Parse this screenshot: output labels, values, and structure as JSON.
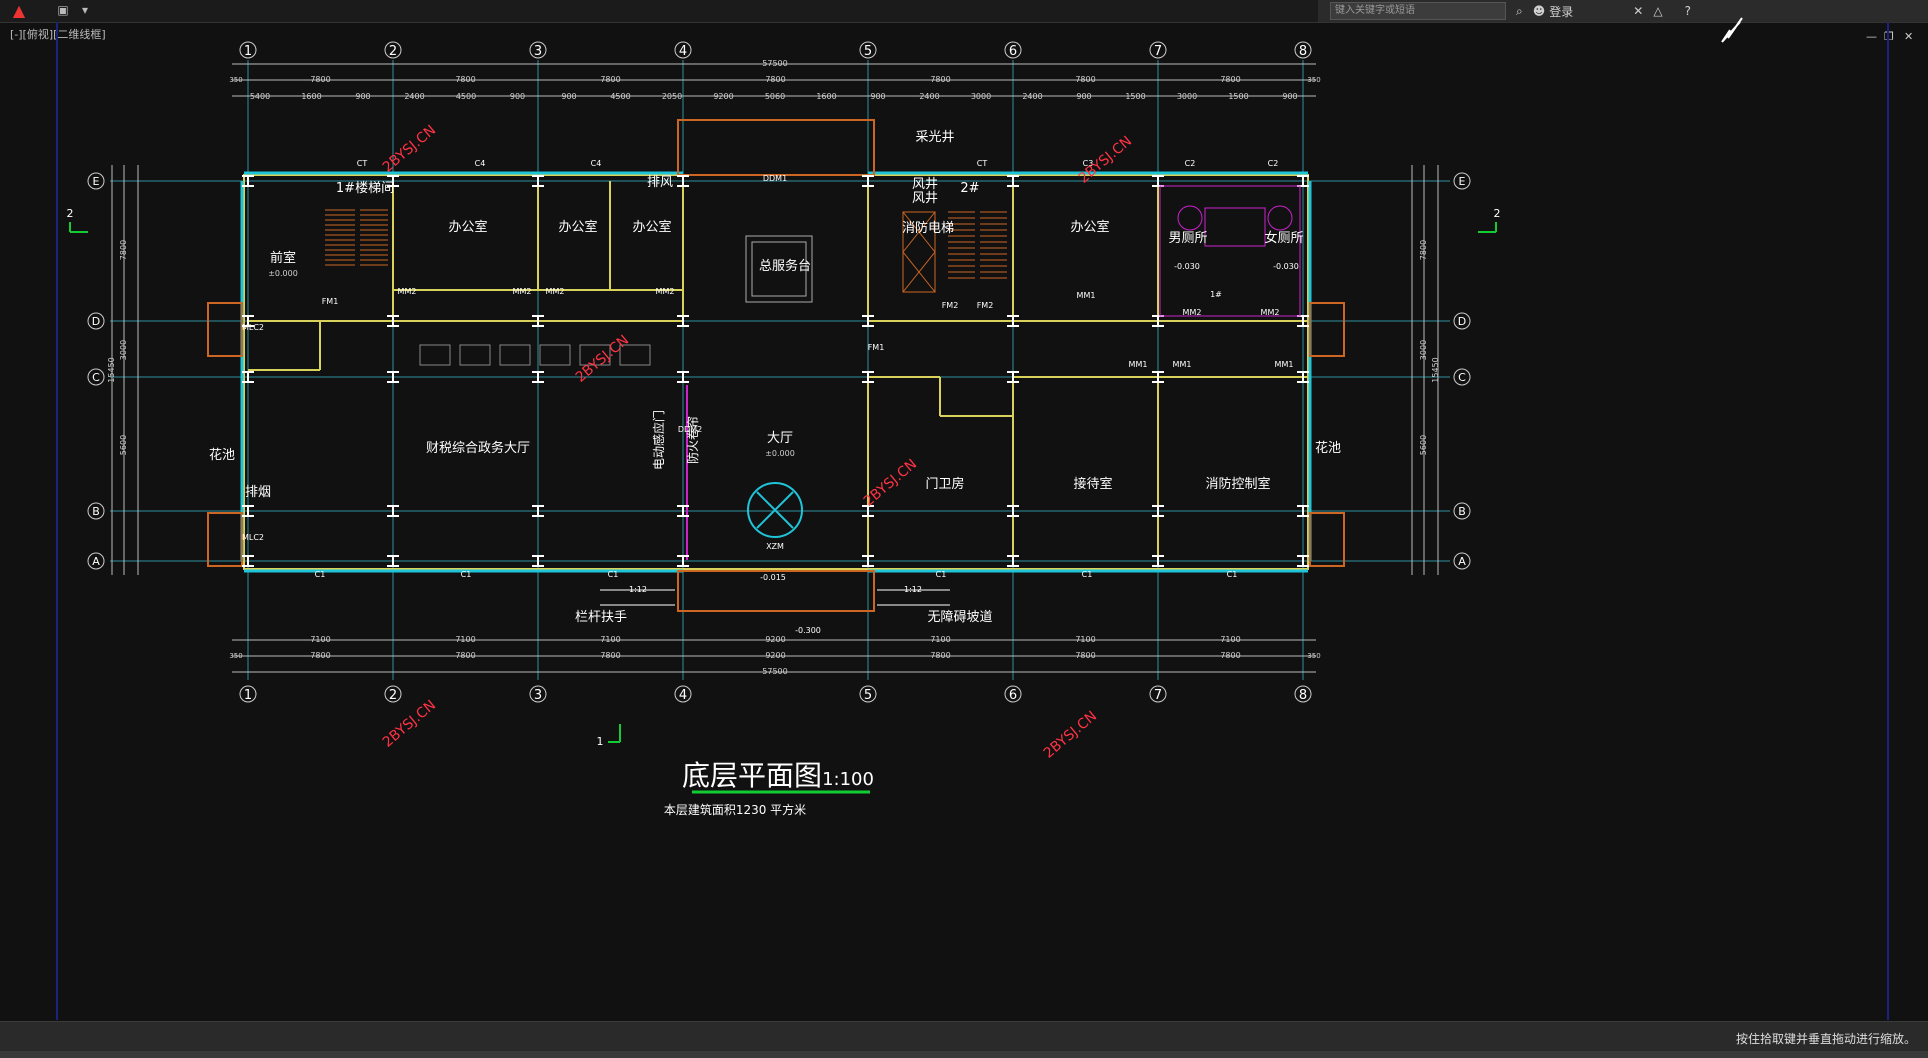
{
  "app": {
    "view_label": "[-][俯视][二维线框]",
    "search_placeholder": "键入关键字或短语",
    "login_label": "登录",
    "status_text": "按住拾取键并垂直拖动进行缩放。"
  },
  "icons": [
    "app-menu-icon",
    "save-icon",
    "dropdown-icon",
    "binoculars-icon",
    "user-icon",
    "exchange-icon",
    "triangle-icon",
    "help-icon",
    "minimize-icon",
    "restore-icon",
    "close-icon",
    "north-arrow-icon"
  ],
  "colors": {
    "grid": "#37b6c8",
    "wall": "#d8d25a",
    "text": "#ffffff",
    "dim": "#cfcfcf",
    "watermark": "#ff3344",
    "accent_green": "#11cc33",
    "orange": "#cc6622",
    "magenta": "#dd22dd"
  },
  "plan": {
    "title": "底层平面图",
    "scale": "1:100",
    "area_note": "本层建筑面积1230 平方米",
    "axes_v": [
      "1",
      "2",
      "3",
      "4",
      "5",
      "6",
      "7",
      "8"
    ],
    "axes_h": [
      "E",
      "D",
      "C",
      "B",
      "A"
    ],
    "dims": {
      "top_total": "57500",
      "bottom_total": "57500",
      "top_bays": [
        "7800",
        "7800",
        "7800",
        "7800",
        "7800",
        "7800",
        "7800"
      ],
      "top_detail": [
        "5400",
        "1600",
        "900",
        "2400",
        "4500",
        "900",
        "900",
        "4500",
        "2050",
        "9200",
        "5060",
        "1600",
        "900",
        "2400",
        "3000",
        "2400",
        "900",
        "1500",
        "3000",
        "1500",
        "900"
      ],
      "bottom_row1": [
        "7100",
        "7100",
        "7100",
        "9200",
        "7100",
        "7100",
        "7100"
      ],
      "bottom_row2": [
        "7800",
        "7800",
        "7800",
        "9200",
        "7800",
        "7800",
        "7800"
      ],
      "side_total": "15450",
      "side_left": [
        "7800",
        "3000",
        "5600"
      ],
      "side_right": [
        "7800",
        "3000",
        "5600"
      ],
      "edge_350": "350"
    },
    "rooms": [
      {
        "name": "前室",
        "sub": "±0.000"
      },
      {
        "name": "1#楼梯间"
      },
      {
        "name": "办公室"
      },
      {
        "name": "办公室"
      },
      {
        "name": "办公室"
      },
      {
        "name": "排风"
      },
      {
        "name": "总服务台"
      },
      {
        "name": "风井"
      },
      {
        "name": "风井"
      },
      {
        "name": "2#"
      },
      {
        "name": "消防电梯"
      },
      {
        "name": "办公室"
      },
      {
        "name": "男厕所"
      },
      {
        "name": "女厕所"
      },
      {
        "name": "财税综合政务大厅"
      },
      {
        "name": "大厅",
        "sub": "±0.000"
      },
      {
        "name": "门卫房"
      },
      {
        "name": "接待室"
      },
      {
        "name": "消防控制室"
      },
      {
        "name": "花池"
      },
      {
        "name": "排烟"
      },
      {
        "name": "花池"
      },
      {
        "name": "电动感应门"
      },
      {
        "name": "防火卷帘"
      },
      {
        "name": "栏杆扶手"
      },
      {
        "name": "无障碍坡道"
      },
      {
        "name": "采光井"
      }
    ],
    "door_tags": [
      "MM2",
      "MM2",
      "MM2",
      "MM2",
      "MM1",
      "MM1",
      "MM1",
      "MM1",
      "MM2",
      "MM2",
      "FM1",
      "FM1",
      "FM2",
      "FM2",
      "MLC2",
      "MLC2",
      "DDM1",
      "DDM2",
      "XZM",
      "C1",
      "C1",
      "C1",
      "C1",
      "C1",
      "C1",
      "C2",
      "C2",
      "C3",
      "C4",
      "C4",
      "CT",
      "CT",
      "1#"
    ],
    "levels": [
      "-0.030",
      "-0.030",
      "-0.015",
      "-0.300",
      "1:12",
      "1:12"
    ],
    "section_marks": [
      "2",
      "2",
      "1"
    ],
    "watermark": "2BYSJ.CN"
  }
}
